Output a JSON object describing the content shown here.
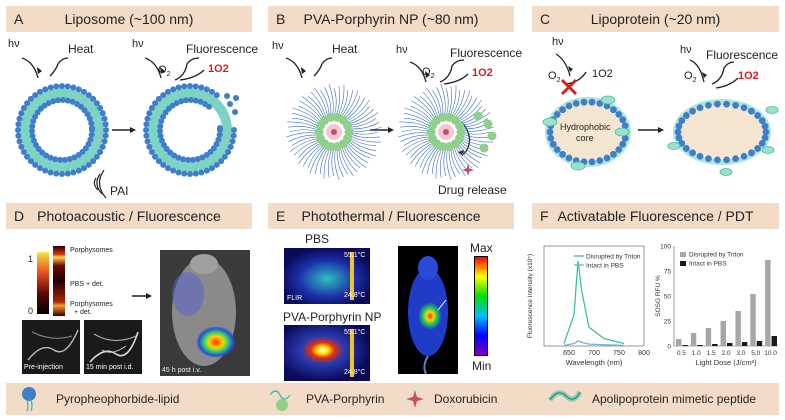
{
  "panels": {
    "a": {
      "letter": "A",
      "title": "Liposome (~100 nm)",
      "hv": "hν",
      "heat": "Heat",
      "hv2": "hν",
      "fluor": "Fluorescence",
      "o2": "O",
      "o2sub": "2",
      "singlet": "1O2",
      "pai": "PAI"
    },
    "b": {
      "letter": "B",
      "title": "PVA-Porphyrin NP (~80 nm)",
      "hv": "hν",
      "heat": "Heat",
      "hv2": "hν",
      "fluor": "Fluorescence",
      "o2": "O",
      "o2sub": "2",
      "singlet": "1O2",
      "drug": "Drug release"
    },
    "c": {
      "letter": "C",
      "title": "Lipoprotein (~20 nm)",
      "hv": "hν",
      "o2": "O",
      "o2sub": "2",
      "singlet_dark": "1O2",
      "core1": "Hydrophobic",
      "core2": "core",
      "hv2": "hν",
      "fluor": "Fluorescence",
      "o2b": "O",
      "o2bsub": "2",
      "singlet": "1O2"
    },
    "d": {
      "letter": "D",
      "title": "Photoacoustic / Fluorescence",
      "scale_top": "1",
      "scale_bot": "0",
      "lbl1": "Porphysomes",
      "lbl2": "PBS + det.",
      "lbl3": "Porphysomes",
      "lbl3b": "+ det.",
      "pre": "Pre-injection",
      "post": "15 min post i.d.",
      "mouse_cap": "45 h post i.v."
    },
    "e": {
      "letter": "E",
      "title": "Photothermal / Fluorescence",
      "pbs": "PBS",
      "np": "PVA-Porphyrin NP",
      "t_hi1": "55.1°C",
      "t_lo1": "24.8°C",
      "t_hi2": "55.1°C",
      "t_lo2": "24.8°C",
      "flir": "FLIR",
      "max": "Max",
      "min": "Min"
    },
    "f": {
      "letter": "F",
      "title": "Activatable Fluorescence / PDT"
    }
  },
  "legend": {
    "item1": "Pyropheophorbide-lipid",
    "item2": "PVA-Porphyrin",
    "item3": "Doxorubicin",
    "item4": "Apolipoprotein mimetic peptide"
  },
  "colors": {
    "header": "#f3dcc7",
    "lipid_head": "#3f7fc9",
    "lipid_tail": "#7fd3c5",
    "teal": "#3fbfa6",
    "green_np": "#8fd08a",
    "red": "#d81e1e"
  },
  "chart_data": [
    {
      "type": "line",
      "ylabel": "Fluorescence Intensity (x10⁵)",
      "xlabel": "Wavelength (nm)",
      "x_ticks": [
        650,
        700,
        750,
        800
      ],
      "xlim": [
        600,
        800
      ],
      "ylim": [
        0,
        8
      ],
      "series": [
        {
          "name": "Disrupted by Triton",
          "x": [
            640,
            660,
            668,
            675,
            690,
            720,
            760
          ],
          "y": [
            0.2,
            2.5,
            6.8,
            4.5,
            1.5,
            0.6,
            0.2
          ]
        },
        {
          "name": "Intact in PBS",
          "x": [
            640,
            660,
            668,
            675,
            690,
            720,
            760
          ],
          "y": [
            0.05,
            0.2,
            0.4,
            0.3,
            0.15,
            0.1,
            0.05
          ]
        }
      ],
      "legend_pos": "top-right"
    },
    {
      "type": "bar",
      "ylabel": "SOSG RFU %",
      "xlabel": "Light Dose (J/cm²)",
      "categories": [
        "0.5",
        "1.0",
        "1.5",
        "2.0",
        "3.0",
        "5.0",
        "10.0"
      ],
      "y_ticks": [
        0,
        25,
        50,
        75,
        100
      ],
      "ylim": [
        0,
        100
      ],
      "series": [
        {
          "name": "Disrupted by Triton",
          "values": [
            7,
            13,
            18,
            25,
            35,
            52,
            86
          ]
        },
        {
          "name": "Intact in PBS",
          "values": [
            1,
            1,
            2,
            3,
            4,
            5,
            10
          ]
        }
      ],
      "legend_pos": "top-left"
    }
  ]
}
